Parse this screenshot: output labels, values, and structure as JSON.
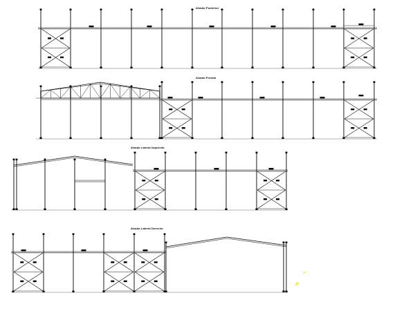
{
  "titles": {
    "rear": "Alzado Posterior",
    "front": "Alzado Frontal",
    "left": "Alzado Lateral Izquierdo",
    "right": "Alzado Lateral Derecho"
  },
  "colors": {
    "line": "#000000",
    "background": "#ffffff",
    "marker": "#f5ea3c"
  }
}
